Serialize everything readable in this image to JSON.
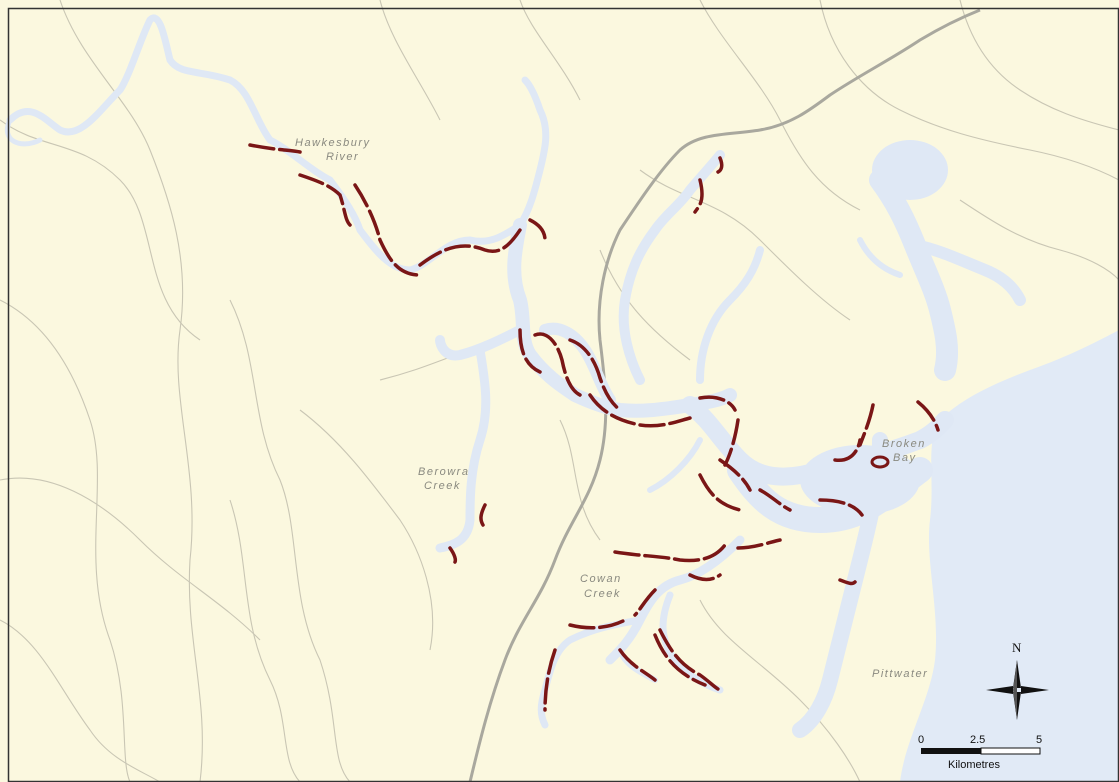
{
  "map": {
    "colors": {
      "land": "#fbf8df",
      "water": "#dfe8f5",
      "ocean": "#e1eaf6",
      "roads": "#c9c6b4",
      "highway": "#a9a89e",
      "highlight": "#7a1616",
      "frame": "#333333"
    },
    "labels": {
      "hawkesbury_line1": "Hawkesbury",
      "hawkesbury_line2": "River",
      "berowra_line1": "Berowra",
      "berowra_line2": "Creek",
      "cowan_line1": "Cowan",
      "cowan_line2": "Creek",
      "broken_line1": "Broken",
      "broken_line2": "Bay",
      "pittwater": "Pittwater"
    },
    "north_arrow": {
      "letter": "N",
      "icon": "compass-rose-icon"
    },
    "scale_bar": {
      "ticks": [
        "0",
        "2.5",
        "5"
      ],
      "unit": "Kilometres"
    }
  }
}
